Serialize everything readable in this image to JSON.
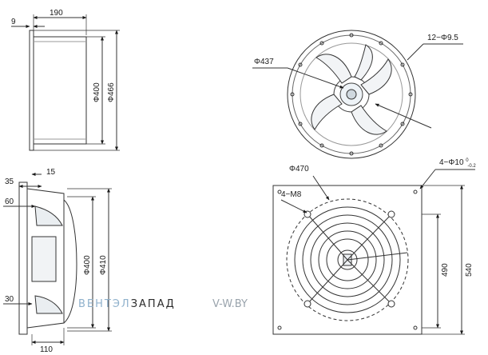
{
  "dimensions": {
    "side_top_width": "190",
    "side_top_flange": "9",
    "side_top_dia_inner": "Φ400",
    "side_top_dia_outer": "Φ466",
    "front_top_fan_dia": "Φ437",
    "front_top_holes": "12−Φ9.5",
    "side_bottom_15": "15",
    "side_bottom_35": "35",
    "side_bottom_60": "60",
    "side_bottom_30": "30",
    "side_bottom_110": "110",
    "side_bottom_dia_400": "Φ400",
    "side_bottom_dia_410": "Φ410",
    "front_bottom_dia_470": "Φ470",
    "front_bottom_m8": "4−M8",
    "front_bottom_holes_prefix": "4−Φ10",
    "front_bottom_holes_tol_upper": "0",
    "front_bottom_holes_tol_lower": "-0.2",
    "front_bottom_490": "490",
    "front_bottom_540": "540"
  },
  "watermark": {
    "brand_part1": "ВЕНТЭЛ",
    "brand_part2": "ЗАПАД",
    "site": "V-W.BY",
    "color_part1": "#8fb1cc",
    "color_part2": "#2b2b2b",
    "color_site": "#9aa4ad"
  }
}
